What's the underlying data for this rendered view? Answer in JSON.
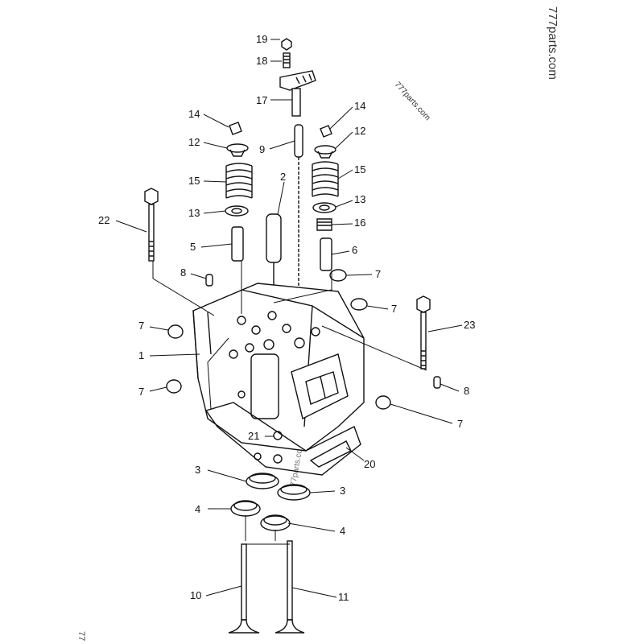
{
  "watermarks": {
    "vertical": "777parts.com",
    "diagonal": "777parts.com",
    "center": "777parts.com",
    "corner": "77"
  },
  "labels": {
    "p19": "19",
    "p18": "18",
    "p17": "17",
    "p14a": "14",
    "p14b": "14",
    "p12a": "12",
    "p12b": "12",
    "p9": "9",
    "p15a": "15",
    "p15b": "15",
    "p2": "2",
    "p22": "22",
    "p13a": "13",
    "p13b": "13",
    "p16": "16",
    "p5": "5",
    "p6": "6",
    "p8a": "8",
    "p7a": "7",
    "p7b": "7",
    "p23": "23",
    "p7c": "7",
    "p1": "1",
    "p7d": "7",
    "p8b": "8",
    "p7e": "7",
    "p21": "21",
    "p20": "20",
    "p3a": "3",
    "p3b": "3",
    "p4a": "4",
    "p4b": "4",
    "p10": "10",
    "p11": "11"
  }
}
